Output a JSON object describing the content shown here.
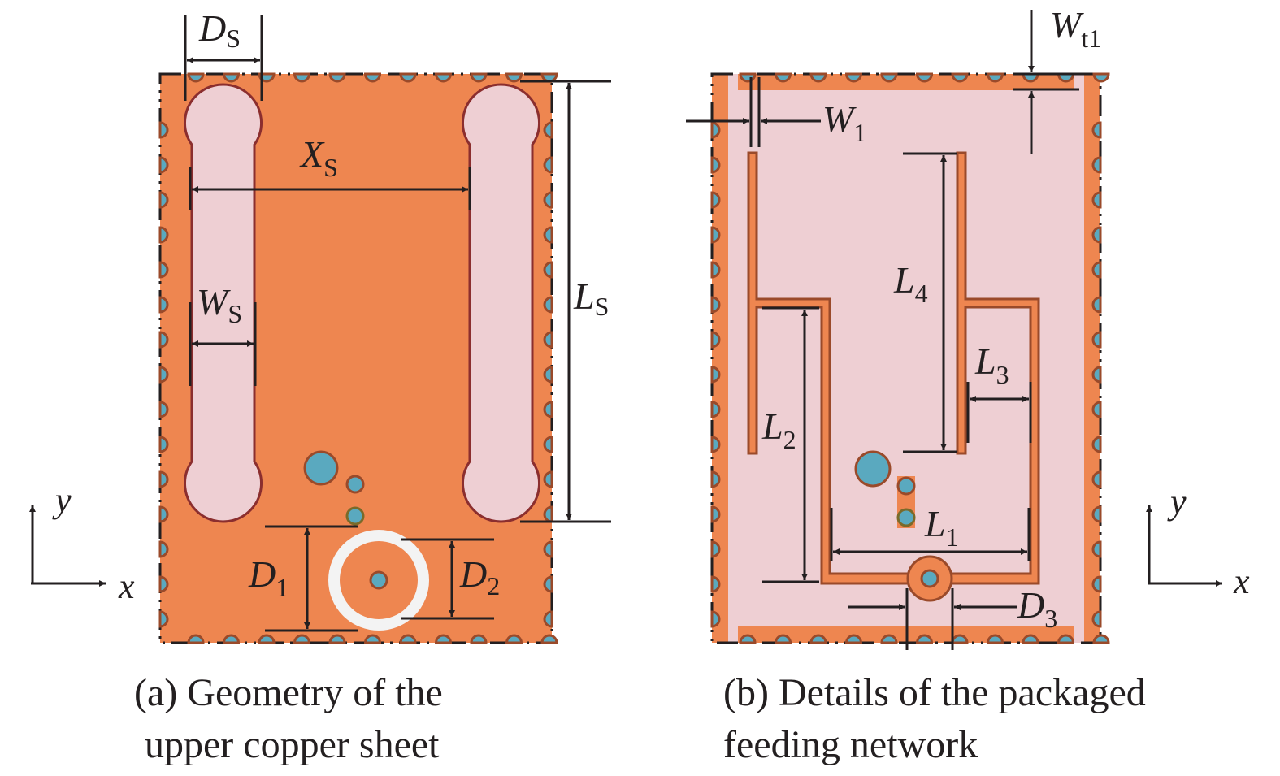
{
  "figure": {
    "panel_a": {
      "caption_line1": "(a) Geometry of the",
      "caption_line2": "upper copper sheet",
      "labels": {
        "Ds": {
          "main": "D",
          "sub": "S"
        },
        "Xs": {
          "main": "X",
          "sub": "S"
        },
        "Ws": {
          "main": "W",
          "sub": "S"
        },
        "Ls": {
          "main": "L",
          "sub": "S"
        },
        "D1": {
          "main": "D",
          "sub": "1"
        },
        "D2": {
          "main": "D",
          "sub": "2"
        }
      },
      "axis": {
        "x": "x",
        "y": "y"
      }
    },
    "panel_b": {
      "caption_line1": "(b) Details of the packaged",
      "caption_line2": "feeding network",
      "labels": {
        "Wt1": {
          "main": "W",
          "sub": "t1"
        },
        "W1": {
          "main": "W",
          "sub": "1"
        },
        "L4": {
          "main": "L",
          "sub": "4"
        },
        "L3": {
          "main": "L",
          "sub": "3"
        },
        "L2": {
          "main": "L",
          "sub": "2"
        },
        "L1": {
          "main": "L",
          "sub": "1"
        },
        "D3": {
          "main": "D",
          "sub": "3"
        }
      },
      "axis": {
        "x": "x",
        "y": "y"
      }
    },
    "colors": {
      "copper": "#ee8650",
      "substrate": "#eecfd3",
      "via": "#5aa9bf",
      "via_ring": "#9a4a2a",
      "slot_edge": "#8b2e2e",
      "dim_line": "#231f20",
      "clearance": "#f3f3f3"
    }
  }
}
